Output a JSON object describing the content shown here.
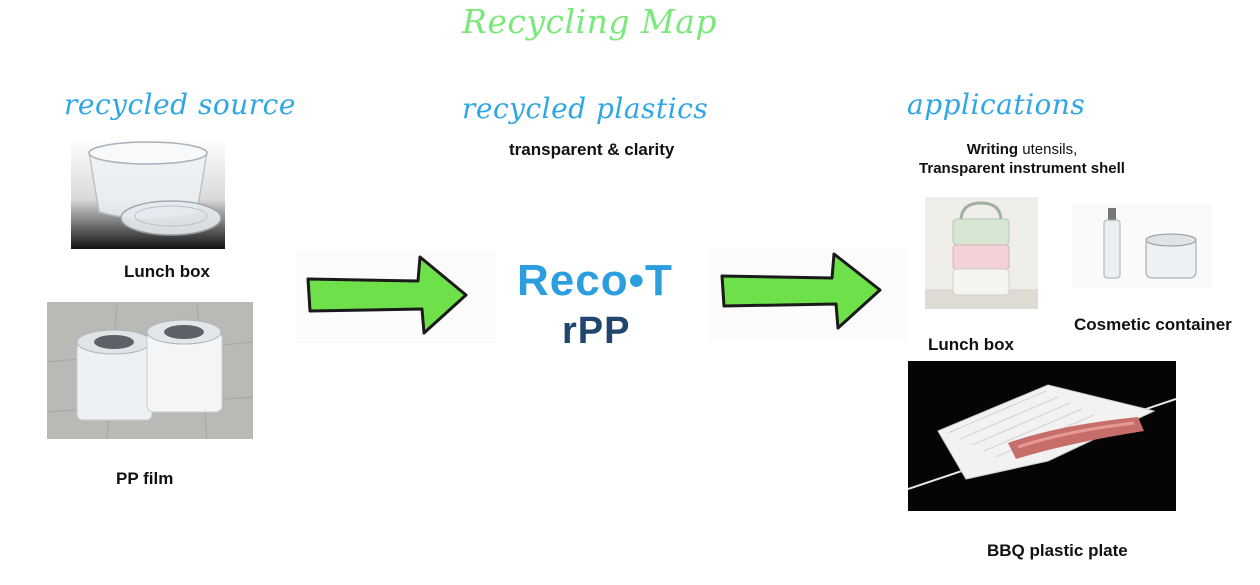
{
  "title": "Recycling Map",
  "columns": {
    "source": {
      "heading": "recycled source",
      "items": [
        {
          "label": "Lunch box"
        },
        {
          "label": "PP film"
        }
      ]
    },
    "plastics": {
      "heading": "recycled plastics",
      "subheading": "transparent & clarity",
      "brand_line1": "Reco•T",
      "brand_line2": "rPP"
    },
    "applications": {
      "heading": "applications",
      "subheading_line1_bold": "Writing",
      "subheading_line1_rest": " utensils,",
      "subheading_line2": "Transparent instrument shell",
      "items": [
        {
          "label": "Lunch box"
        },
        {
          "label": "Cosmetic container"
        },
        {
          "label": "BBQ plastic plate"
        }
      ]
    }
  },
  "colors": {
    "title": "#7be87b",
    "heading": "#2fa6e6",
    "arrow_fill": "#6ee04a",
    "brand_primary": "#2b9ee0",
    "brand_secondary": "#20466e"
  },
  "icons": [
    "lunch-box-photo",
    "pp-film-photo",
    "stacked-lunch-box-photo",
    "cosmetic-container-photo",
    "bbq-plate-photo",
    "flow-arrow"
  ]
}
